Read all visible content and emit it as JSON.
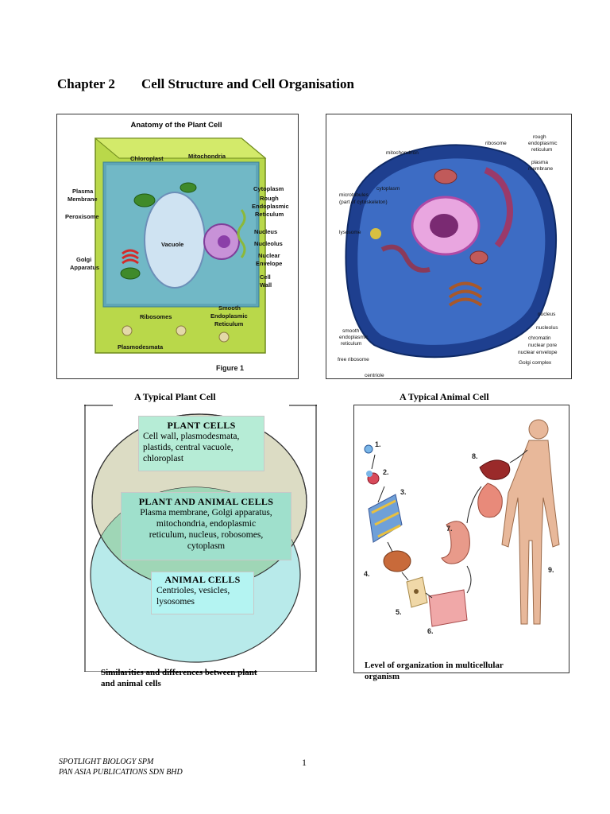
{
  "chapter": {
    "number": "Chapter 2",
    "title": "Cell Structure and Cell Organisation"
  },
  "plant_figure": {
    "title": "Anatomy of the Plant Cell",
    "figure_label": "Figure 1",
    "labels": {
      "chloroplast": "Chloroplast",
      "mitochondria": "Mitochondria",
      "cytoplasm": "Cytoplasm",
      "rough_er_1": "Rough",
      "rough_er_2": "Endoplasmic",
      "rough_er_3": "Reticulum",
      "plasma_membrane_1": "Plasma",
      "plasma_membrane_2": "Membrane",
      "peroxisome": "Peroxisome",
      "vacuole": "Vacuole",
      "nucleus": "Nucleus",
      "nucleolus": "Nucleolus",
      "nuclear_envelope_1": "Nuclear",
      "nuclear_envelope_2": "Envelope",
      "golgi_1": "Golgi",
      "golgi_2": "Apparatus",
      "cell_wall_1": "Cell",
      "cell_wall_2": "Wall",
      "ribosomes": "Ribosomes",
      "smooth_er_1": "Smooth",
      "smooth_er_2": "Endoplasmic",
      "smooth_er_3": "Reticulum",
      "plasmodesmata": "Plasmodesmata"
    }
  },
  "animal_figure": {
    "labels": {
      "ribosome": "ribosome",
      "rough_er_1": "rough",
      "rough_er_2": "endoplasmic",
      "rough_er_3": "reticulum",
      "mitochondrion": "mitochondrion",
      "plasma_membrane_1": "plasma",
      "plasma_membrane_2": "membrane",
      "cytoplasm": "cytoplasm",
      "microtubules_1": "microtubules",
      "microtubules_2": "(part of cytoskeleton)",
      "lysosome": "lysosome",
      "nucleus": "nucleus",
      "nucleolus": "nucleolus",
      "smooth_er_1": "smooth",
      "smooth_er_2": "endoplasmic",
      "smooth_er_3": "reticulum",
      "chromatin": "chromatin",
      "nuclear_pore": "nuclear pore",
      "nuclear_envelope": "nuclear envelope",
      "free_ribosome": "free ribosome",
      "golgi_complex": "Golgi complex",
      "centriole": "centriole"
    }
  },
  "captions": {
    "plant": "A Typical Plant Cell",
    "animal": "A Typical Animal Cell"
  },
  "venn": {
    "plant": {
      "heading": "PLANT CELLS",
      "lines": [
        "Cell wall, plasmodesmata,",
        "plastids,   central   vacuole,",
        "chloroplast"
      ]
    },
    "both": {
      "heading": "PLANT AND ANIMAL CELLS",
      "lines": [
        "Plasma membrane, Golgi apparatus,",
        "mitochondria, endoplasmic",
        "reticulum, nucleus, robosomes,",
        "cytoplasm"
      ]
    },
    "animal": {
      "heading": "ANIMAL CELLS",
      "lines": [
        "Centrioles,       vesicles,",
        "lysosomes"
      ]
    },
    "caption_1": "Similarities and differences between plant",
    "caption_2": "and animal cells"
  },
  "organization": {
    "numbers": [
      "1.",
      "2.",
      "3.",
      "4.",
      "5.",
      "6.",
      "7.",
      "8.",
      "9."
    ],
    "caption_1": "Level   of   organization   in   multicellular",
    "caption_2": "organism"
  },
  "footer": {
    "line1": "SPOTLIGHT BIOLOGY SPM",
    "line2": "PAN ASIA PUBLICATIONS SDN BHD",
    "page": "1"
  },
  "colors": {
    "venn_plant_fill": "#dcdcc4",
    "venn_animal_fill": "#b8eaea",
    "venn_overlap_fill": "#9fd6b6",
    "plant_box": "#b6ecd6",
    "both_box": "#9fe0cc",
    "animal_box": "#b4f4f2"
  }
}
